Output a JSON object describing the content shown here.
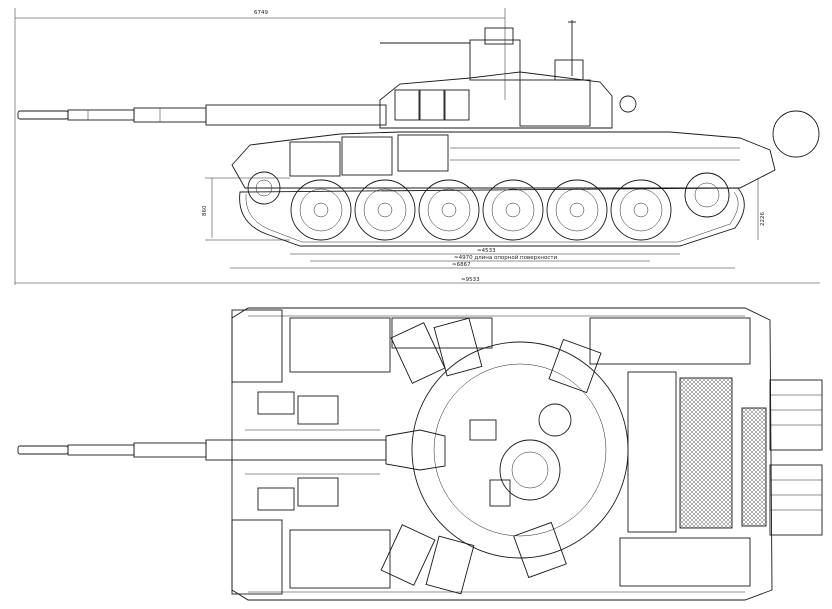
{
  "drawing": {
    "subject": "tank technical drawing",
    "views": [
      "side-view",
      "top-view"
    ],
    "line_color": "#1a1a1a",
    "background_color": "#ffffff"
  },
  "dimensions": {
    "gun_overhang": "6749",
    "hull_height": "860",
    "height_right": "2226",
    "track_contact": "≈4533",
    "support_surface": "≈4970 длина опорной поверхности",
    "hull_length": "≈6867",
    "overall_length": "≈9533"
  }
}
